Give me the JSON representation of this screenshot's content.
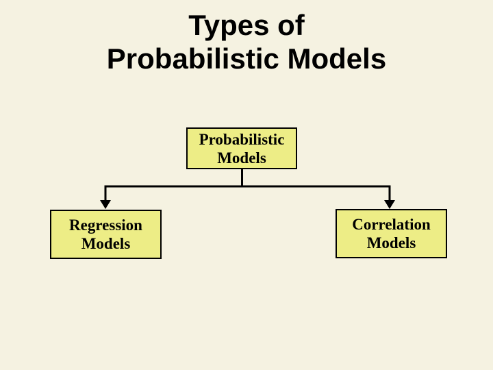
{
  "slide": {
    "background_color": "#F5F2E1",
    "title": {
      "line1": "Types of",
      "line2": "Probabilistic Models",
      "color": "#000000"
    }
  },
  "diagram": {
    "type": "tree",
    "node_fill_color": "#EDED86",
    "node_border_color": "#000000",
    "connector_color": "#000000",
    "root": {
      "label": "Probabilistic Models"
    },
    "children": [
      {
        "label": "Regression Models"
      },
      {
        "label": "Correlation Models"
      }
    ]
  }
}
